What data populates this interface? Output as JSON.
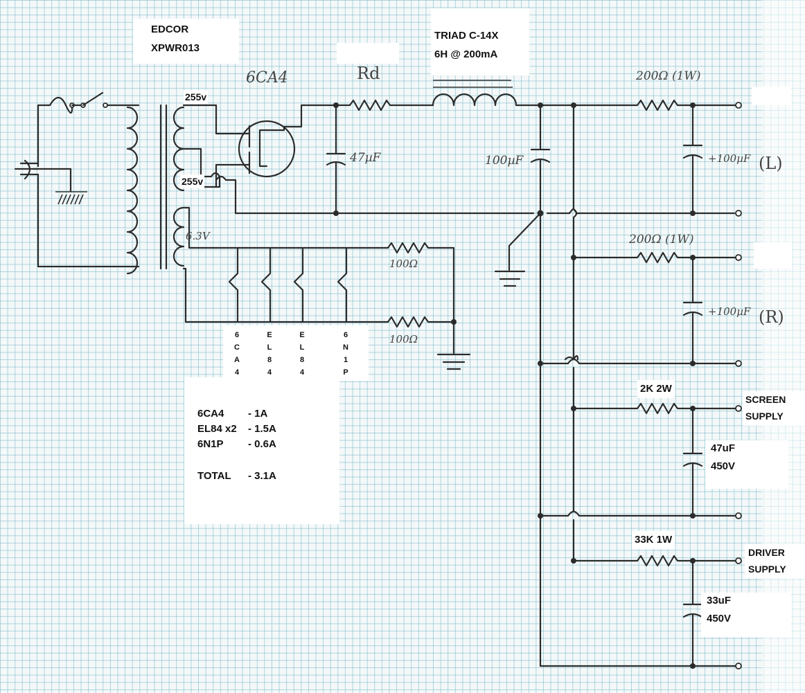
{
  "transformer": {
    "line1": "EDCOR",
    "line2": "XPWR013",
    "tap_top": "255v",
    "tap_bottom": "255v",
    "heater": "6.3V"
  },
  "rectifier": {
    "label": "6CA4"
  },
  "dropping_resistor": {
    "label": "Rd"
  },
  "first_cap": {
    "label": "47µF"
  },
  "choke": {
    "line1": "TRIAD C-14X",
    "line2": "6H @ 200mA"
  },
  "main_cap": {
    "label": "100µF"
  },
  "left_channel": {
    "resistor": "200Ω (1W)",
    "cap": "+100µF",
    "label": "(L)"
  },
  "right_channel": {
    "resistor": "200Ω (1W)",
    "cap": "+100µF",
    "label": "(R)"
  },
  "heater_resistors": [
    "100Ω",
    "100Ω"
  ],
  "tube_filaments": [
    "6CA4",
    "EL84",
    "EL84",
    "6N1P"
  ],
  "current_table": [
    {
      "tube": "6CA4",
      "current": "- 1A"
    },
    {
      "tube": "EL84 x2",
      "current": "- 1.5A"
    },
    {
      "tube": "6N1P",
      "current": "- 0.6A"
    },
    {
      "tube": "TOTAL",
      "current": "- 3.1A"
    }
  ],
  "screen": {
    "resistor": "2K  2W",
    "label1": "SCREEN",
    "label2": "SUPPLY",
    "cap1": "47uF",
    "cap2": "450V"
  },
  "driver": {
    "resistor": "33K 1W",
    "label1": "DRIVER",
    "label2": "SUPPLY",
    "cap1": "33uF",
    "cap2": "450V"
  }
}
